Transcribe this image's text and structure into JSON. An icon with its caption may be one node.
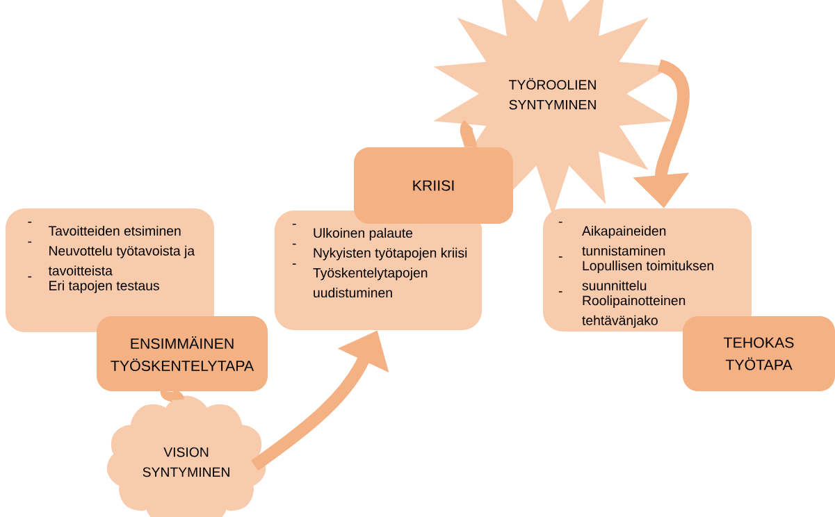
{
  "diagram": {
    "nodes": [
      {
        "text": [
          "Tavoitteiden etsiminen",
          "Neuvottelu työtavoista ja tavoitteista",
          "Eri tapojen testaus"
        ]
      },
      {
        "text": [
          "ENSIMMÄINEN TYÖSKENTELYTAPA"
        ]
      },
      {
        "text": [
          "VISION SYNTYMINEN"
        ]
      },
      {
        "text": [
          "KRIISI"
        ]
      },
      {
        "text": [
          "Ulkoinen palaute",
          "Nykyisten työtapojen kriisi",
          "Työskentelytapojen uudistuminen"
        ]
      },
      {
        "text": [
          "TYÖROOLIEN SYNTYMINEN"
        ]
      },
      {
        "text": [
          "Aikapaineiden tunnistaminen",
          "Lopullisen toimituksen suunnittelu",
          "Roolipainotteinen tehtävänjako"
        ]
      },
      {
        "text": [
          "TEHOKAS TYÖTAPA"
        ]
      }
    ],
    "edges": [
      {
        "from": 1,
        "to": 2,
        "arrow": "none"
      },
      {
        "from": 2,
        "to": 4,
        "arrow": "to"
      },
      {
        "from": 3,
        "to": 5,
        "arrow": "none"
      },
      {
        "from": 5,
        "to": 6,
        "arrow": "to"
      }
    ],
    "labels": [
      "-",
      "-",
      "-",
      "-",
      "-",
      "-",
      "-",
      "-",
      "-"
    ]
  }
}
